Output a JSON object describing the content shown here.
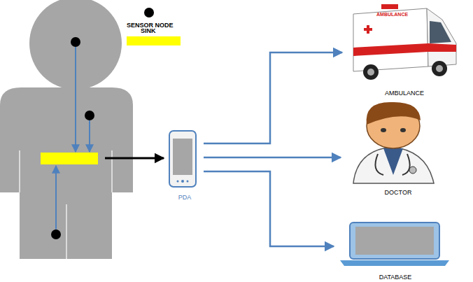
{
  "diagram": {
    "nodes": [
      {
        "text": [
          "PDA"
        ]
      },
      {
        "text": [
          "AMBULANCE"
        ]
      },
      {
        "text": [
          "DOCTOR"
        ]
      },
      {
        "text": [
          "DATABASE"
        ]
      }
    ],
    "edges": [
      {
        "from": 0,
        "to": 1,
        "arrow": "to"
      },
      {
        "from": 0,
        "to": 2,
        "arrow": "to"
      },
      {
        "from": 0,
        "to": 3,
        "arrow": "to"
      }
    ],
    "labels": [
      "AMBULANCE"
    ],
    "legend": [
      {
        "text": "SENSOR NODE"
      },
      {
        "text": "SINK",
        "color": "#ffff00"
      }
    ]
  }
}
